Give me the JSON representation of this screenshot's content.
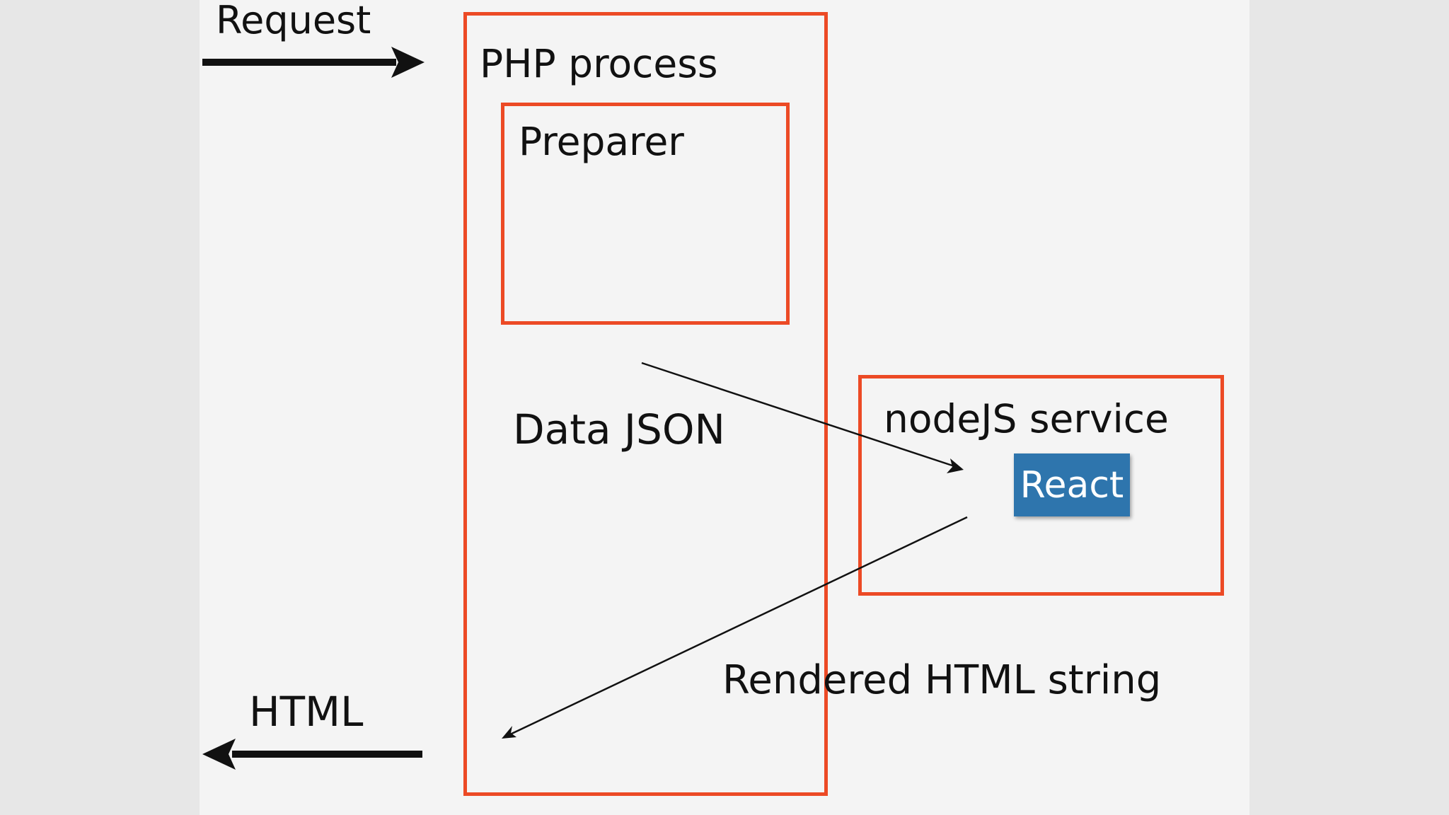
{
  "labels": {
    "request": "Request",
    "html": "HTML",
    "php_process": "PHP process",
    "preparer": "Preparer",
    "data_json": "Data JSON",
    "nodejs_service": "nodeJS service",
    "react": "React",
    "rendered_html_string": "Rendered HTML string"
  },
  "colors": {
    "box_border": "#ec4a25",
    "react_fill": "#2e75ad",
    "background": "#f4f4f4",
    "text": "#111111"
  }
}
